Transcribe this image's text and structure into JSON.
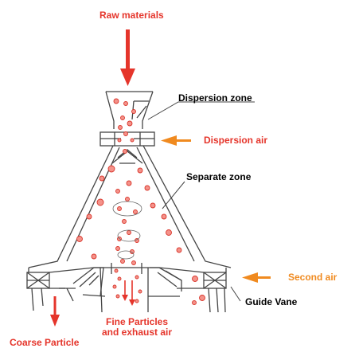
{
  "diagram": {
    "labels": {
      "raw_materials": "Raw materials",
      "dispersion_zone": "Dispersion zone",
      "dispersion_air": "Dispersion air",
      "separate_zone": "Separate zone",
      "second_air": "Second air",
      "guide_vane": "Guide Vane",
      "fine_particles_line1": "Fine Particles",
      "fine_particles_line2": "and exhaust air",
      "coarse_particle": "Coarse Particle"
    },
    "colors": {
      "flow_arrow": "#e5352b",
      "label_red": "#e5352b",
      "air_arrow": "#f08a1f",
      "label_orange": "#f08a1f",
      "particle_fill": "#f4928a",
      "particle_stroke": "#d9362b",
      "outline": "#444444"
    }
  }
}
